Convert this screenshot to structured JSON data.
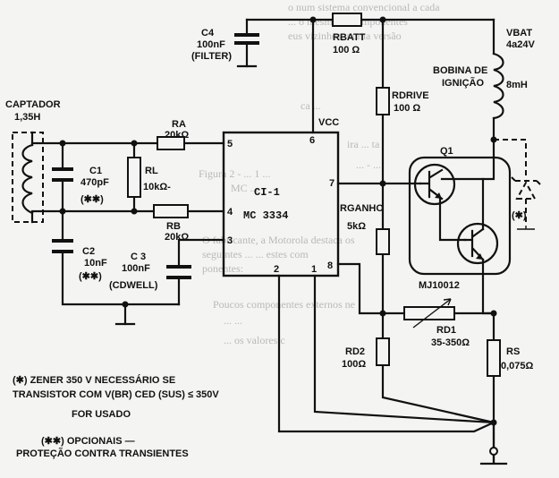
{
  "background_text": [
    "o num sistema convencional a cada",
    "... o mesmo ... componentes",
    "eus vizinhos, numa versão",
    "ca ...",
    "ira ... ta",
    "... - ...",
    "Figura 2 - ... 1 ...",
    "MC ...",
    "O fabricante, a Motorola destaca os",
    "seguintes ... ... estes com",
    "ponentes:",
    "Poucos componentes externos ne",
    "... ...",
    "... os valores c"
  ],
  "components": {
    "c4": [
      "C4",
      "100nF",
      "(FILTER)"
    ],
    "rbatt": [
      "RBATT",
      "100 Ω"
    ],
    "vbat": [
      "VBAT",
      "4a24V"
    ],
    "bobina": [
      "BOBINA DE",
      "IGNIÇÃO"
    ],
    "bobina_value": "8mH",
    "rdrive": [
      "RDRIVE",
      "100 Ω"
    ],
    "vcc": "VCC",
    "captador": [
      "CAPTADOR",
      "1,35H"
    ],
    "ra": [
      "RA",
      "20kΩ"
    ],
    "c1": [
      "C1",
      "470pF",
      "(✱✱)"
    ],
    "rl": [
      "RL",
      "10kΩ-"
    ],
    "rb": [
      "RB",
      "20kΩ"
    ],
    "ci1": [
      "CI-1",
      "MC 3334"
    ],
    "q1": "Q1",
    "zener_mark": "(✱)",
    "rganho": [
      "RGANHO",
      "5kΩ"
    ],
    "c2": [
      "C2",
      "10nF",
      "(✱✱)"
    ],
    "c3": [
      "C 3",
      "100nF",
      "(CDWELL)"
    ],
    "mj": "MJ10012",
    "rd1": [
      "RD1",
      "35-350Ω"
    ],
    "rd2": [
      "RD2",
      "100Ω"
    ],
    "rs": [
      "RS",
      "0,075Ω"
    ]
  },
  "pins": {
    "p5": "5",
    "p6": "6",
    "p7": "7",
    "p4": "4",
    "p3": "3",
    "p2": "2",
    "p1": "1",
    "p8": "8"
  },
  "notes": {
    "zener": [
      "(✱) ZENER 350 V   NECESSÁRIO SE",
      "TRANSISTOR COM  V(BR) CED (SUS) ≤ 350V",
      "FOR USADO"
    ],
    "optional": [
      "(✱✱) OPCIONAIS  —",
      "PROTEÇÃO CONTRA TRANSIENTES"
    ]
  }
}
